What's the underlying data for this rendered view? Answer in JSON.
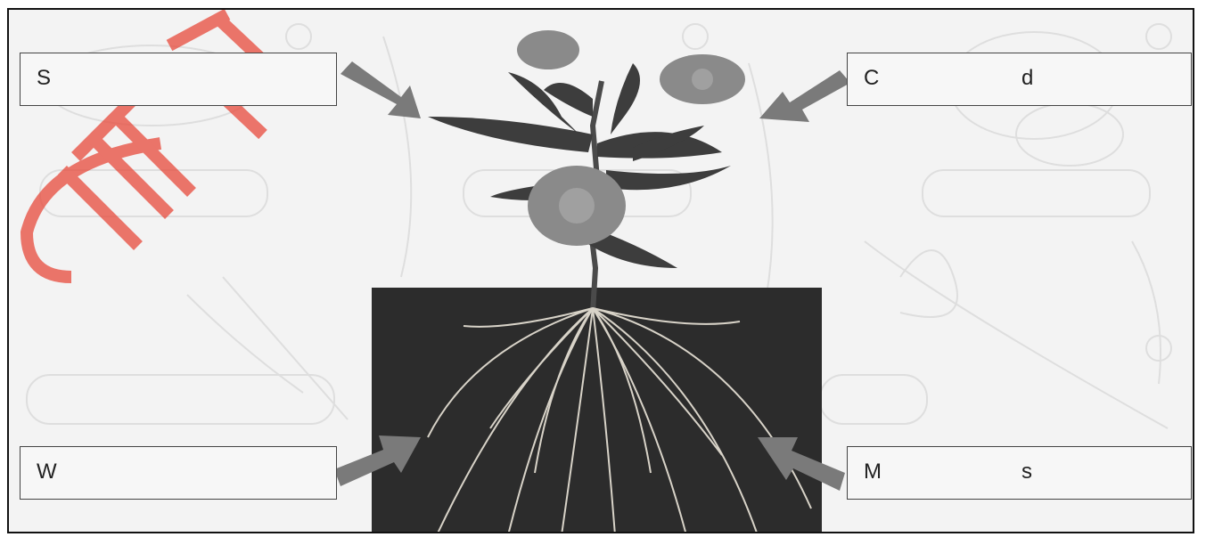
{
  "labels": {
    "top_left": {
      "start": "S",
      "end": ""
    },
    "top_right": {
      "start": "C",
      "end": "d"
    },
    "bottom_left": {
      "start": "W",
      "end": ""
    },
    "bottom_right": {
      "start": "M",
      "end": "s"
    }
  },
  "colors": {
    "arrow": "#7a7a7a",
    "soil": "#2c2c2c",
    "roots": "#d8d3c8",
    "flower": "#8a8a8a",
    "leaf": "#3d3d3d"
  },
  "icons": {
    "plant": "marigold-plant-illustration",
    "arrow": "pointer-arrow-icon"
  }
}
